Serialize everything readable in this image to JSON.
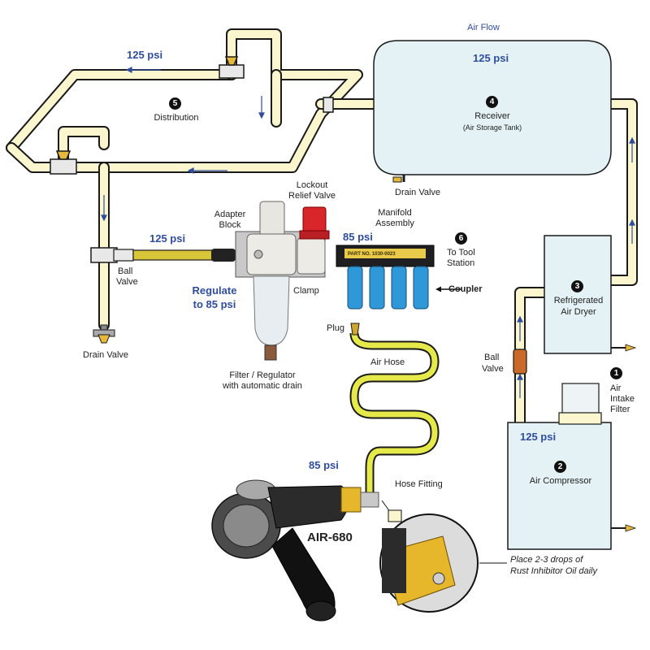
{
  "title": "",
  "airflow": {
    "label": "Air Flow",
    "psi": "125 psi"
  },
  "distribution": {
    "num": "5",
    "label": "Distribution",
    "psi": "125 psi"
  },
  "receiver": {
    "num": "4",
    "label": "Receiver",
    "sublabel": "(Air Storage Tank)"
  },
  "receiver_drain": "Drain Valve",
  "left_drain": "Drain Valve",
  "dryer": {
    "num": "3",
    "line1": "Refrigerated",
    "line2": "Air Dryer"
  },
  "compressor": {
    "num": "2",
    "label": "Air Compressor",
    "psi": "125 psi"
  },
  "intake": {
    "num": "1",
    "line1": "Air",
    "line2": "Intake",
    "line3": "Filter"
  },
  "ball_valve_right": {
    "line1": "Ball",
    "line2": "Valve"
  },
  "ball_valve_left": {
    "line1": "Ball",
    "line2": "Valve"
  },
  "branch_psi": "125 psi",
  "adapter": {
    "line1": "Adapter",
    "line2": "Block"
  },
  "lockout": {
    "line1": "Lockout",
    "line2": "Relief Valve"
  },
  "regulate": {
    "line1": "Regulate",
    "line2": "to 85 psi"
  },
  "clamp": "Clamp",
  "filter_reg": {
    "line1": "Filter / Regulator",
    "line2": "with automatic drain"
  },
  "manifold": {
    "line1": "Manifold",
    "line2": "Assembly",
    "psi": "85 psi",
    "plate_text": "PART NO. 1030-0023"
  },
  "tool_station": {
    "num": "6",
    "line1": "To Tool",
    "line2": "Station"
  },
  "coupler": "Coupler",
  "plug": "Plug",
  "air_hose": "Air Hose",
  "hose_fitting": "Hose Fitting",
  "tool": {
    "model": "AIR-680",
    "psi": "85 psi"
  },
  "oil_note": {
    "line1": "Place 2-3 drops of",
    "line2": "Rust Inhibitor Oil daily"
  },
  "colors": {
    "pipe": "#fcf6cf",
    "pipe_outline": "#1a1a1a",
    "accent": "#2f4d9e",
    "tank": "#e4f2f6",
    "coupler": "#2f98d8",
    "hose": "#e5e94a"
  }
}
